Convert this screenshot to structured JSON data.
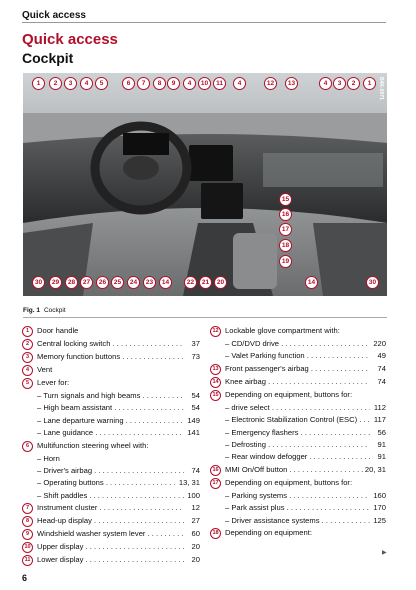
{
  "header": {
    "section": "Quick access"
  },
  "title": "Quick access",
  "subtitle": "Cockpit",
  "figure": {
    "caption_label": "Fig. 1",
    "caption_text": "Cockpit",
    "image_code": "B4K-0071",
    "top_callouts": [
      "1",
      "2",
      "3",
      "4",
      "5",
      "6",
      "7",
      "8",
      "9",
      "4",
      "10",
      "11",
      "4",
      "12",
      "13",
      "4",
      "3",
      "2",
      "1"
    ],
    "side_callouts": [
      "15",
      "16",
      "17",
      "18",
      "19"
    ],
    "bottom_callouts": [
      "30",
      "29",
      "28",
      "27",
      "26",
      "25",
      "24",
      "23",
      "14",
      "22",
      "21",
      "20",
      "14",
      "30"
    ]
  },
  "left_items": [
    {
      "num": "1",
      "label": "Door handle",
      "page": ""
    },
    {
      "num": "2",
      "label": "Central locking switch",
      "page": "37"
    },
    {
      "num": "3",
      "label": "Memory function buttons",
      "page": "73"
    },
    {
      "num": "4",
      "label": "Vent",
      "page": ""
    },
    {
      "num": "5",
      "label": "Lever for:",
      "page": ""
    },
    {
      "num": "",
      "label": "– Turn signals and high beams",
      "page": "54"
    },
    {
      "num": "",
      "label": "– High beam assistant",
      "page": "54"
    },
    {
      "num": "",
      "label": "– Lane departure warning",
      "page": "149"
    },
    {
      "num": "",
      "label": "– Lane guidance",
      "page": "141"
    },
    {
      "num": "6",
      "label": "Multifunction steering wheel with:",
      "page": ""
    },
    {
      "num": "",
      "label": "– Horn",
      "page": ""
    },
    {
      "num": "",
      "label": "– Driver's airbag",
      "page": "74"
    },
    {
      "num": "",
      "label": "– Operating buttons",
      "page": "13, 31"
    },
    {
      "num": "",
      "label": "– Shift paddles",
      "page": "100"
    },
    {
      "num": "7",
      "label": "Instrument cluster",
      "page": "12"
    },
    {
      "num": "8",
      "label": "Head-up display",
      "page": "27"
    },
    {
      "num": "9",
      "label": "Windshield washer system lever",
      "page": "60"
    },
    {
      "num": "10",
      "label": "Upper display",
      "page": "20"
    },
    {
      "num": "11",
      "label": "Lower display",
      "page": "20"
    }
  ],
  "right_items": [
    {
      "num": "12",
      "label": "Lockable glove compartment with:",
      "page": ""
    },
    {
      "num": "",
      "label": "– CD/DVD drive",
      "page": "220"
    },
    {
      "num": "",
      "label": "– Valet Parking function",
      "page": "49"
    },
    {
      "num": "13",
      "label": "Front passenger's airbag",
      "page": "74"
    },
    {
      "num": "14",
      "label": "Knee airbag",
      "page": "74"
    },
    {
      "num": "15",
      "label": "Depending on equipment, buttons for:",
      "page": ""
    },
    {
      "num": "",
      "label": "– drive select",
      "page": "112"
    },
    {
      "num": "",
      "label": "– Electronic Stabilization Control (ESC)",
      "page": "117"
    },
    {
      "num": "",
      "label": "– Emergency flashers",
      "page": "56"
    },
    {
      "num": "",
      "label": "– Defrosting",
      "page": "91"
    },
    {
      "num": "",
      "label": "– Rear window defogger",
      "page": "91"
    },
    {
      "num": "16",
      "label": "MMI On/Off button",
      "page": "20, 31"
    },
    {
      "num": "17",
      "label": "Depending on equipment, buttons for:",
      "page": ""
    },
    {
      "num": "",
      "label": "– Parking systems",
      "page": "160"
    },
    {
      "num": "",
      "label": "– Park assist plus",
      "page": "170"
    },
    {
      "num": "",
      "label": "– Driver assistance systems",
      "page": "125"
    },
    {
      "num": "18",
      "label": "Depending on equipment:",
      "page": ""
    }
  ],
  "page_number": "6",
  "continue_icon": "triangle-right-icon"
}
